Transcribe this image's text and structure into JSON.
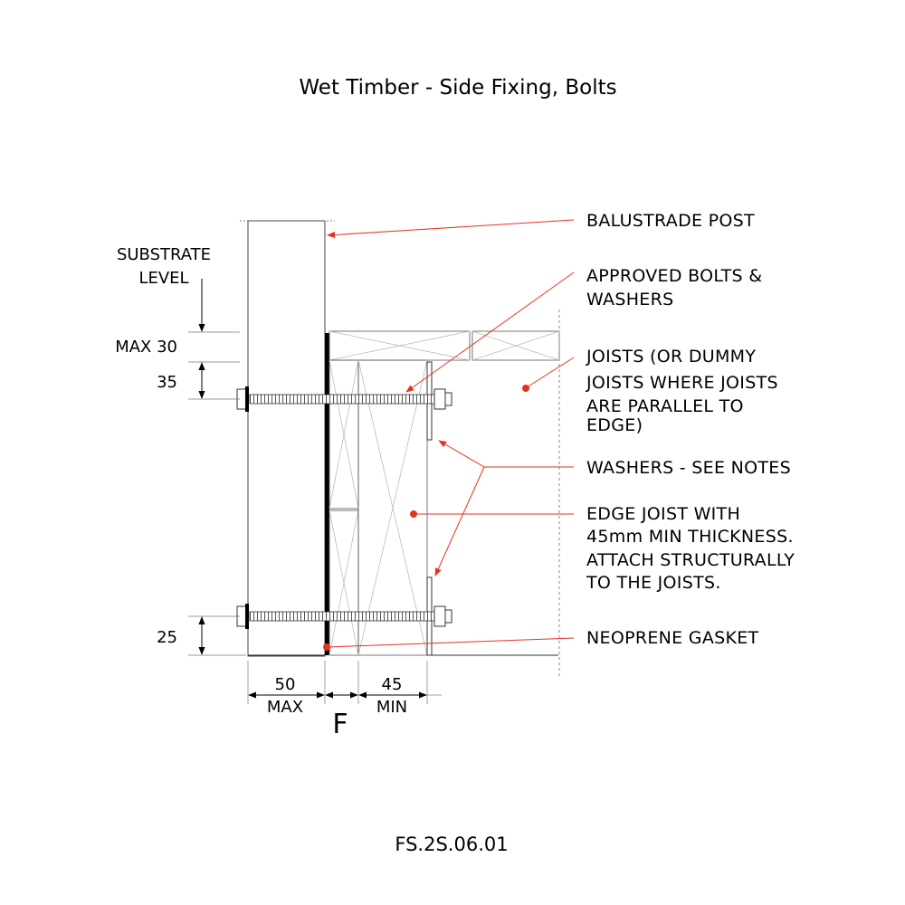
{
  "title": "Wet Timber - Side Fixing, Bolts",
  "drawing_code": "FS.2S.06.01",
  "accent_color": "#e8321e",
  "callouts": {
    "balustrade_post": "BALUSTRADE POST",
    "bolts_line1": "APPROVED BOLTS &",
    "bolts_line2": "WASHERS",
    "joists_line1": "JOISTS (OR DUMMY",
    "joists_line2": "JOISTS WHERE JOISTS",
    "joists_line3": "ARE PARALLEL TO",
    "joists_line4": "EDGE)",
    "washers": "WASHERS - SEE NOTES",
    "edge_line1": "EDGE JOIST WITH",
    "edge_line2": "45mm MIN THICKNESS.",
    "edge_line3": "ATTACH STRUCTURALLY",
    "edge_line4": "TO THE JOISTS.",
    "gasket": "NEOPRENE GASKET"
  },
  "dimensions": {
    "substrate_line1": "SUBSTRATE",
    "substrate_line2": "LEVEL",
    "max30": "MAX 30",
    "d35": "35",
    "d25": "25",
    "d50": "50",
    "max": "MAX",
    "d45": "45",
    "min": "MIN",
    "f": "F"
  }
}
